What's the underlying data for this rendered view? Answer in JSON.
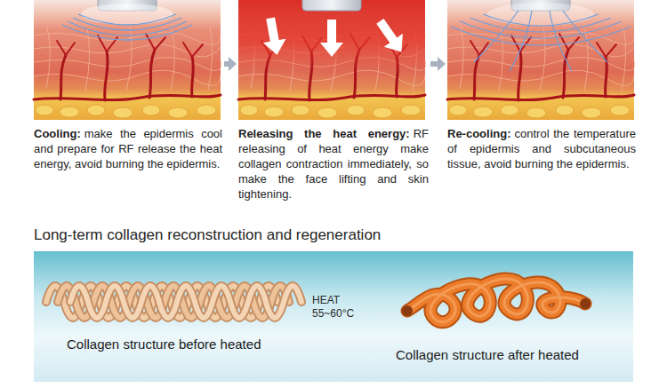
{
  "diagram": {
    "nodes": [
      {
        "text": [
          "Cooling:",
          "make the epidermis cool and prepare for RF release the heat energy, avoid burning the epidermis."
        ]
      },
      {
        "text": [
          "Releasing the heat energy:",
          "RF releasing of heat energy make collagen contraction immediately, so make the face lifting and skin tightening."
        ]
      },
      {
        "text": [
          "Re-cooling:",
          "control the temperature of epidermis and subcutaneous tissue, avoid burning the epidermis."
        ]
      },
      {
        "text": [
          "Long-term collagen reconstruction and regeneration"
        ]
      },
      {
        "text": [
          "Collagen structure before heated"
        ],
        "in": 3
      },
      {
        "text": [
          "Collagen structure after heated"
        ],
        "in": 3
      }
    ],
    "edges": [
      {
        "from": 0,
        "to": 1,
        "arrow": "to"
      },
      {
        "from": 1,
        "to": 2,
        "arrow": "to"
      }
    ],
    "labels": [
      "HEAT 55~60°C"
    ]
  }
}
